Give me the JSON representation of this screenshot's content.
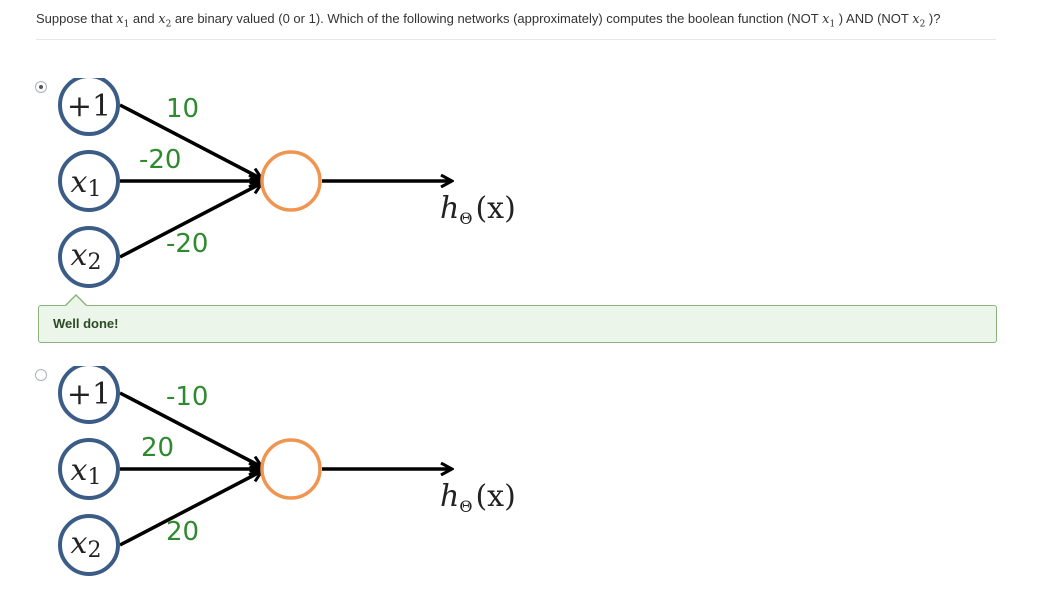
{
  "question": {
    "part1": "Suppose that ",
    "x1_var": "x",
    "x1_sub": "1",
    "mid": " and ",
    "x2_var": "x",
    "x2_sub": "2",
    "part2": " are binary valued (0 or 1). Which of the following networks (approximately) computes the boolean function (NOT ",
    "x1b_var": "x",
    "x1b_sub": "1",
    "part3": " ) AND (NOT ",
    "x2b_var": "x",
    "x2b_sub": "2",
    "part4": " )?"
  },
  "options": [
    {
      "selected": true,
      "nodes": {
        "bias": "+1",
        "x1": "x",
        "x1_sub": "1",
        "x2": "x",
        "x2_sub": "2"
      },
      "weights": {
        "bias": "10",
        "x1": "-20",
        "x2": "-20"
      },
      "output": {
        "h": "h",
        "theta": "Θ",
        "arg": "(x)"
      }
    },
    {
      "selected": false,
      "nodes": {
        "bias": "+1",
        "x1": "x",
        "x1_sub": "1",
        "x2": "x",
        "x2_sub": "2"
      },
      "weights": {
        "bias": "-10",
        "x1": "20",
        "x2": "20"
      },
      "output": {
        "h": "h",
        "theta": "Θ",
        "arg": "(x)"
      }
    }
  ],
  "feedback": {
    "text": "Well done!"
  },
  "colors": {
    "input_node_border": "#3b5c86",
    "output_node_border": "#f0954f",
    "weight_text": "#2f8a2f",
    "feedback_bg": "#ebf5ea",
    "feedback_border": "#89b27f"
  }
}
